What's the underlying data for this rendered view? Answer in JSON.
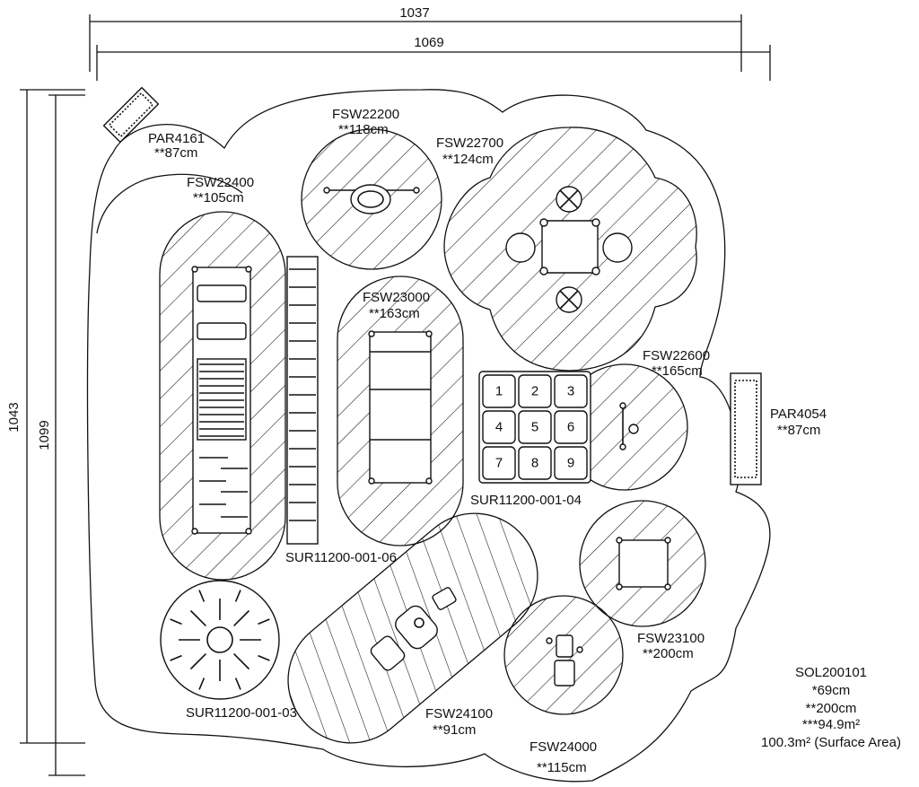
{
  "dimensions": {
    "width_inner": "1037",
    "width_outer": "1069",
    "height_inner": "1043",
    "height_outer": "1099"
  },
  "equipment": [
    {
      "code": "PAR4161",
      "clearance": "**87cm"
    },
    {
      "code": "FSW22200",
      "clearance": "**118cm"
    },
    {
      "code": "FSW22700",
      "clearance": "**124cm"
    },
    {
      "code": "FSW22400",
      "clearance": "**105cm"
    },
    {
      "code": "FSW23000",
      "clearance": "**163cm"
    },
    {
      "code": "FSW22600",
      "clearance": "**165cm"
    },
    {
      "code": "PAR4054",
      "clearance": "**87cm"
    },
    {
      "code": "FSW23100",
      "clearance": "**200cm"
    },
    {
      "code": "FSW24100",
      "clearance": "**91cm"
    },
    {
      "code": "FSW24000",
      "clearance": "**115cm"
    }
  ],
  "surfaces": {
    "sur_06": "SUR11200-001-06",
    "sur_04": "SUR11200-001-04",
    "sur_03": "SUR11200-001-03"
  },
  "hopscotch_numbers": [
    "1",
    "2",
    "3",
    "4",
    "5",
    "6",
    "7",
    "8",
    "9"
  ],
  "summary": {
    "code": "SOL200101",
    "line1": "*69cm",
    "line2": "**200cm",
    "line3": "***94.9m²",
    "line4": "100.3m² (Surface Area)"
  }
}
